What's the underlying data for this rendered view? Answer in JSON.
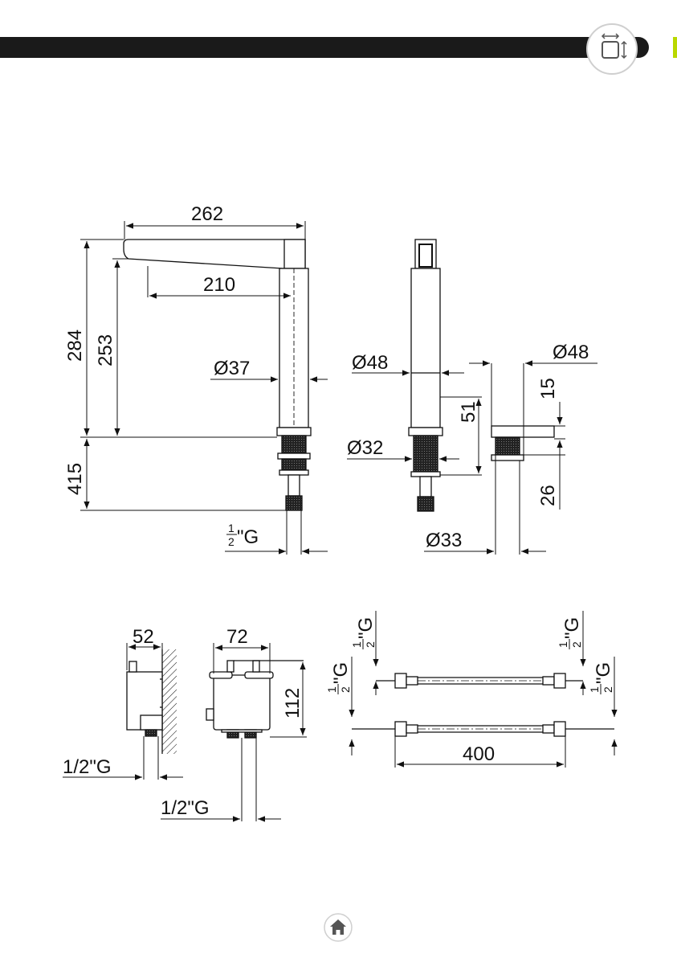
{
  "colors": {
    "header": "#1a1a1a",
    "accent": "#b9d800",
    "line": "#111111"
  },
  "icons": {
    "badge": "dimensions-icon",
    "home": "home-icon"
  },
  "faucet_side": {
    "width_262": "262",
    "reach_210": "210",
    "height_284": "284",
    "height_253": "253",
    "dia_37": "Ø37",
    "shank_415": "415",
    "thread_num": "1",
    "thread_den": "2",
    "thread_unit": "\"G"
  },
  "faucet_front": {
    "dia_48": "Ø48",
    "height_51": "51",
    "dia_32": "Ø32"
  },
  "base_detail": {
    "dia_48": "Ø48",
    "height_15": "15",
    "height_26": "26",
    "dia_33": "Ø33"
  },
  "control_box_side": {
    "depth_52": "52",
    "thread": "1/2\"G"
  },
  "control_box_front": {
    "width_72": "72",
    "height_112": "112",
    "thread": "1/2\"G"
  },
  "hoses": {
    "length_400": "400",
    "thread_num": "1",
    "thread_den": "2",
    "thread_unit": "\"G"
  }
}
